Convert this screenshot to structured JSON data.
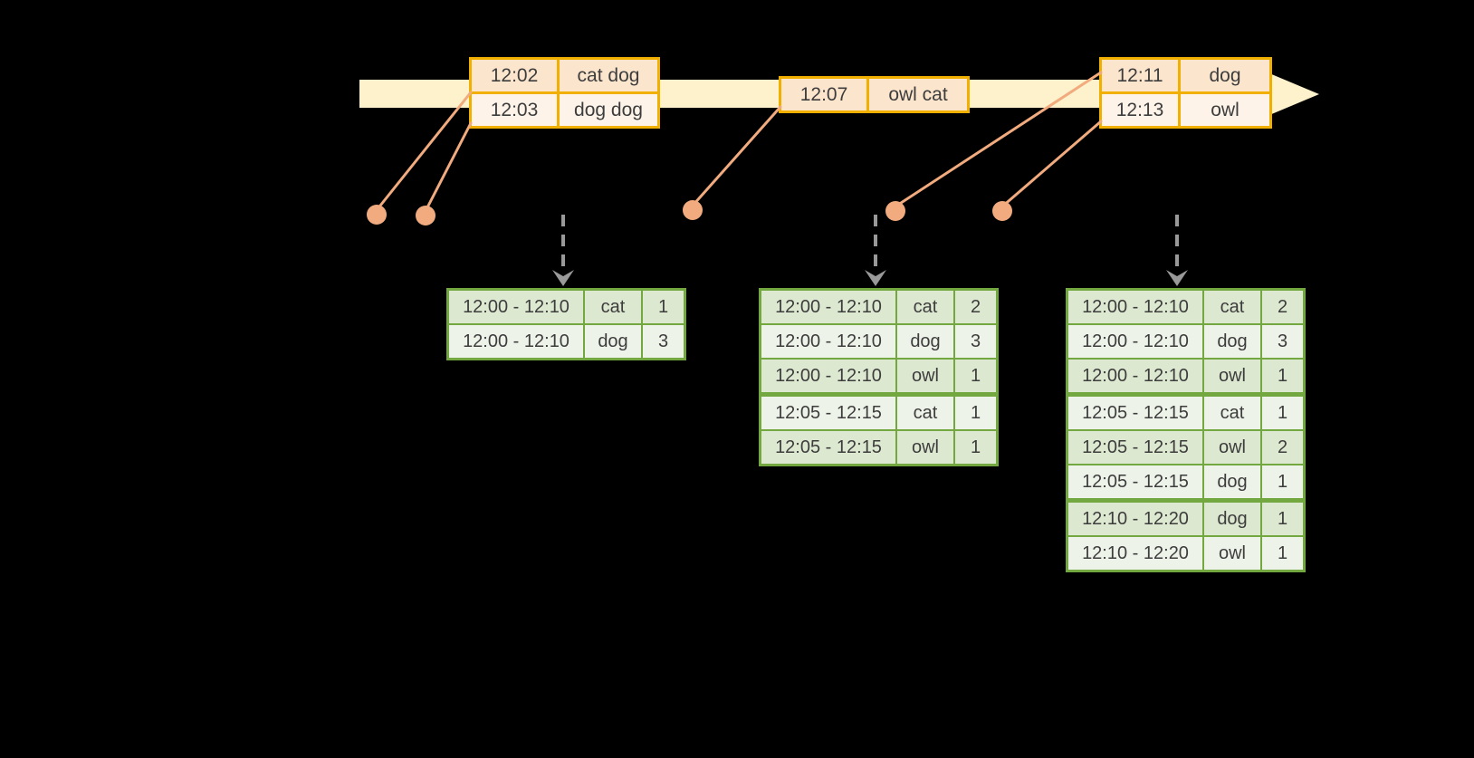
{
  "colors": {
    "timeline_fill": "#fdf2cc",
    "event_border": "#f1b000",
    "event_row_dark": "#fce5cd",
    "event_row_light": "#fdf3e8",
    "connector": "#f2ab7e",
    "result_border": "#72a83f",
    "result_row_dark": "#dde8d0",
    "result_row_light": "#eef3e9",
    "arrow_gray": "#999999",
    "text": "#3d3d3d"
  },
  "event_tables": [
    {
      "rows": [
        {
          "time": "12:02",
          "words": "cat dog"
        },
        {
          "time": "12:03",
          "words": "dog dog"
        }
      ]
    },
    {
      "rows": [
        {
          "time": "12:07",
          "words": "owl cat"
        }
      ]
    },
    {
      "rows": [
        {
          "time": "12:11",
          "words": "dog"
        },
        {
          "time": "12:13",
          "words": "owl"
        }
      ]
    }
  ],
  "result_tables": [
    {
      "rows": [
        {
          "window": "12:00 - 12:10",
          "word": "cat",
          "count": "1"
        },
        {
          "window": "12:00 - 12:10",
          "word": "dog",
          "count": "3"
        }
      ]
    },
    {
      "rows": [
        {
          "window": "12:00 - 12:10",
          "word": "cat",
          "count": "2"
        },
        {
          "window": "12:00 - 12:10",
          "word": "dog",
          "count": "3"
        },
        {
          "window": "12:00 - 12:10",
          "word": "owl",
          "count": "1"
        },
        {
          "window": "12:05 - 12:15",
          "word": "cat",
          "count": "1"
        },
        {
          "window": "12:05 - 12:15",
          "word": "owl",
          "count": "1"
        }
      ]
    },
    {
      "rows": [
        {
          "window": "12:00 - 12:10",
          "word": "cat",
          "count": "2"
        },
        {
          "window": "12:00 - 12:10",
          "word": "dog",
          "count": "3"
        },
        {
          "window": "12:00 - 12:10",
          "word": "owl",
          "count": "1"
        },
        {
          "window": "12:05 - 12:15",
          "word": "cat",
          "count": "1"
        },
        {
          "window": "12:05 - 12:15",
          "word": "owl",
          "count": "2"
        },
        {
          "window": "12:05 - 12:15",
          "word": "dog",
          "count": "1"
        },
        {
          "window": "12:10 - 12:20",
          "word": "dog",
          "count": "1"
        },
        {
          "window": "12:10 - 12:20",
          "word": "owl",
          "count": "1"
        }
      ]
    }
  ]
}
